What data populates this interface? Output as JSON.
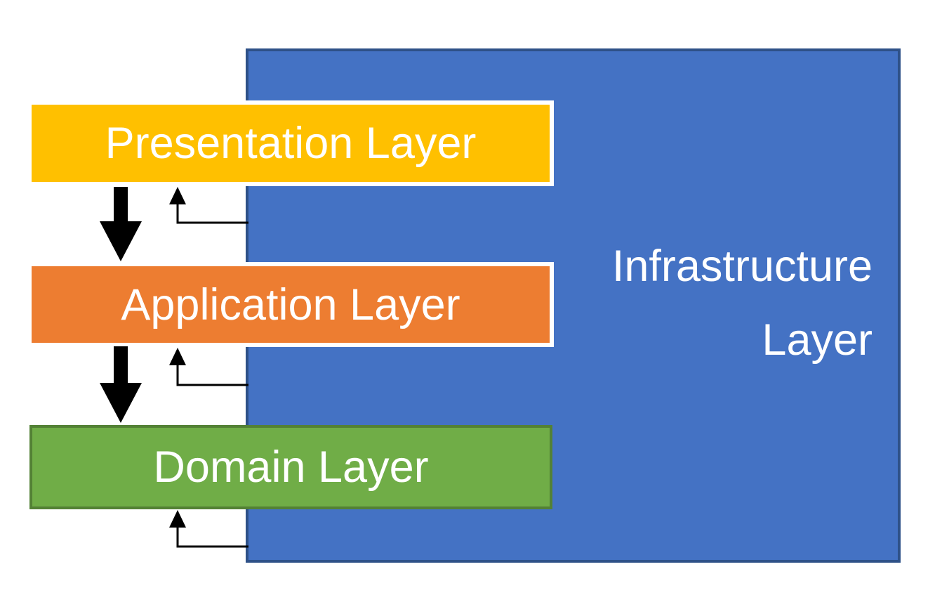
{
  "diagram": {
    "type": "layered-architecture",
    "layers": {
      "presentation": {
        "label": "Presentation Layer",
        "fill": "#FFC000",
        "border": "#FFFFFF",
        "text_color": "#FFFFFF"
      },
      "application": {
        "label": "Application Layer",
        "fill": "#ED7D31",
        "border": "#FFFFFF",
        "text_color": "#FFFFFF"
      },
      "domain": {
        "label": "Domain Layer",
        "fill": "#70AD47",
        "border": "#538135",
        "text_color": "#FFFFFF"
      },
      "infrastructure": {
        "label": "Infrastructure Layer",
        "fill": "#4472C4",
        "border": "#2E5188",
        "text_color": "#FFFFFF"
      }
    },
    "arrows": {
      "thick_down_fill": "#000000",
      "thin_up_stroke": "#000000",
      "thin_up_head_fill": "#000000"
    }
  }
}
